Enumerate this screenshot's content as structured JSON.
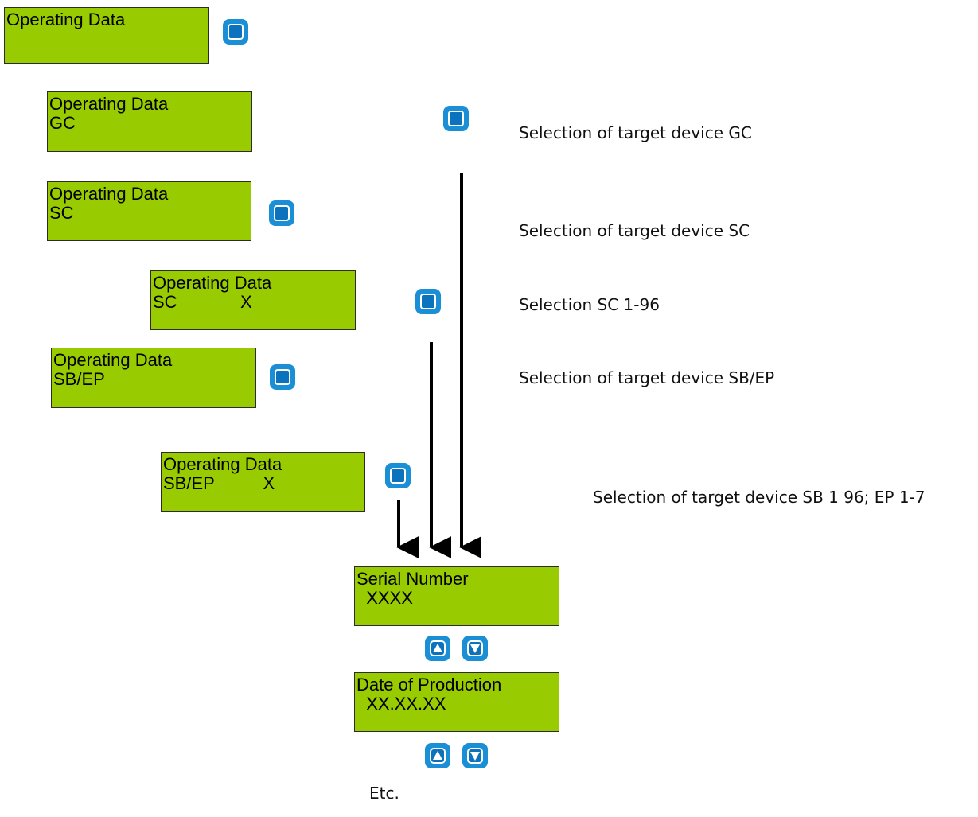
{
  "colors": {
    "lcd_bg": "#99cc00",
    "key_blue": "#1a8fd6",
    "key_inner": "#0b72bd",
    "arrow": "#000000"
  },
  "screens": {
    "operating_data": {
      "line1": "Operating Data",
      "line2": ""
    },
    "gc": {
      "line1": "Operating Data",
      "line2": "GC"
    },
    "sc": {
      "line1": "Operating Data",
      "line2": "SC"
    },
    "sc_x": {
      "line1": "Operating Data",
      "line2": "SC             X"
    },
    "sbep": {
      "line1": "Operating Data",
      "line2": "SB/EP"
    },
    "sbep_x": {
      "line1": "Operating Data",
      "line2": "SB/EP          X"
    },
    "serial": {
      "line1": "Serial Number",
      "line2": "  XXXX"
    },
    "date": {
      "line1": "Date of Production",
      "line2": "  XX.XX.XX"
    }
  },
  "descriptions": {
    "gc": "Selection of target device GC",
    "sc": "Selection of target device SC",
    "sc_range": "Selection SC 1-96",
    "sbep": "Selection of target device SB/EP",
    "sbep_range": "Selection of target device SB 1 96; EP 1-7"
  },
  "footer": "Etc.",
  "icons": [
    "enter-key-icon",
    "up-arrow-key-icon",
    "down-arrow-key-icon"
  ]
}
